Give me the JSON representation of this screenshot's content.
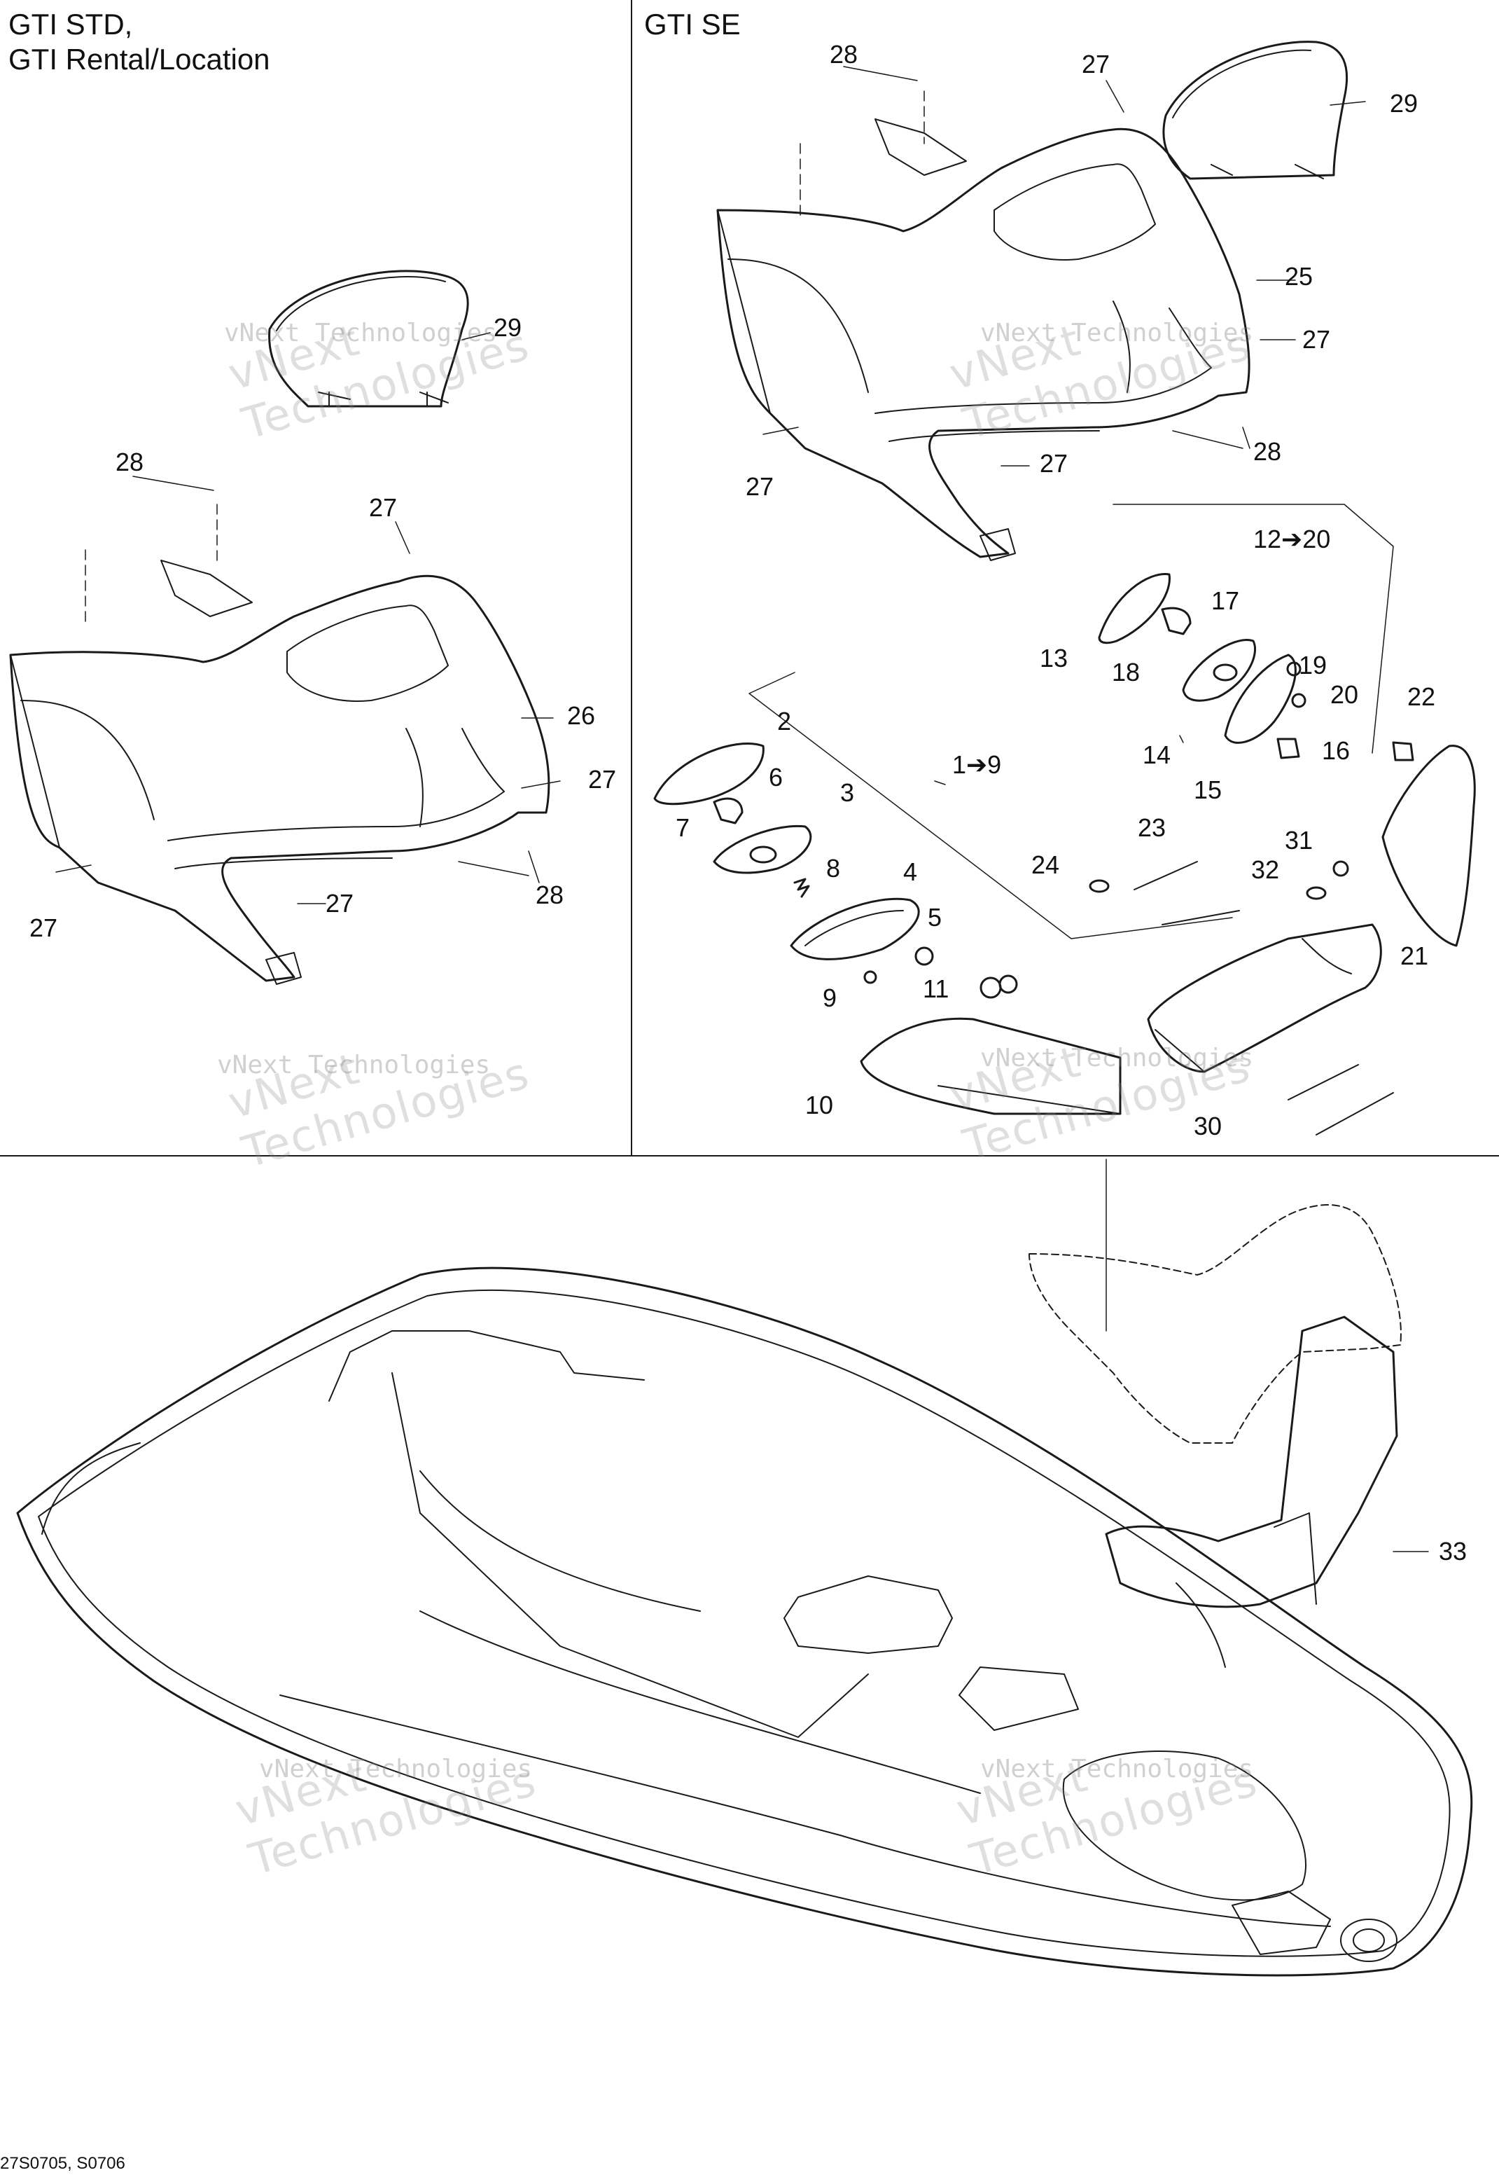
{
  "sections": {
    "gti_std": {
      "title_line1": "GTI STD,",
      "title_line2": "GTI Rental/Location"
    },
    "gti_se": {
      "title": "GTI SE"
    }
  },
  "callouts": {
    "c2": "2",
    "c3": "3",
    "c4": "4",
    "c5": "5",
    "c6": "6",
    "c7": "7",
    "c8": "8",
    "c9": "9",
    "c10": "10",
    "c11": "11",
    "c13": "13",
    "c14": "14",
    "c15": "15",
    "c16": "16",
    "c17": "17",
    "c18": "18",
    "c19": "19",
    "c20": "20",
    "c21": "21",
    "c22": "22",
    "c23": "23",
    "c24": "24",
    "c25": "25",
    "c26": "26",
    "c27": "27",
    "c28": "28",
    "c29": "29",
    "c30": "30",
    "c31": "31",
    "c32": "32",
    "c33": "33",
    "range_1_9": "1➔9",
    "range_12_20": "12➔20"
  },
  "watermark": {
    "brand": "vNext Technologies",
    "big_line1": "vNext",
    "big_line2": "Technologies"
  },
  "footer": {
    "figure_codes": "27S0705, S0706"
  },
  "colors": {
    "line": "#1a1a1a",
    "watermark": "#8c8c8c",
    "background": "#ffffff"
  }
}
